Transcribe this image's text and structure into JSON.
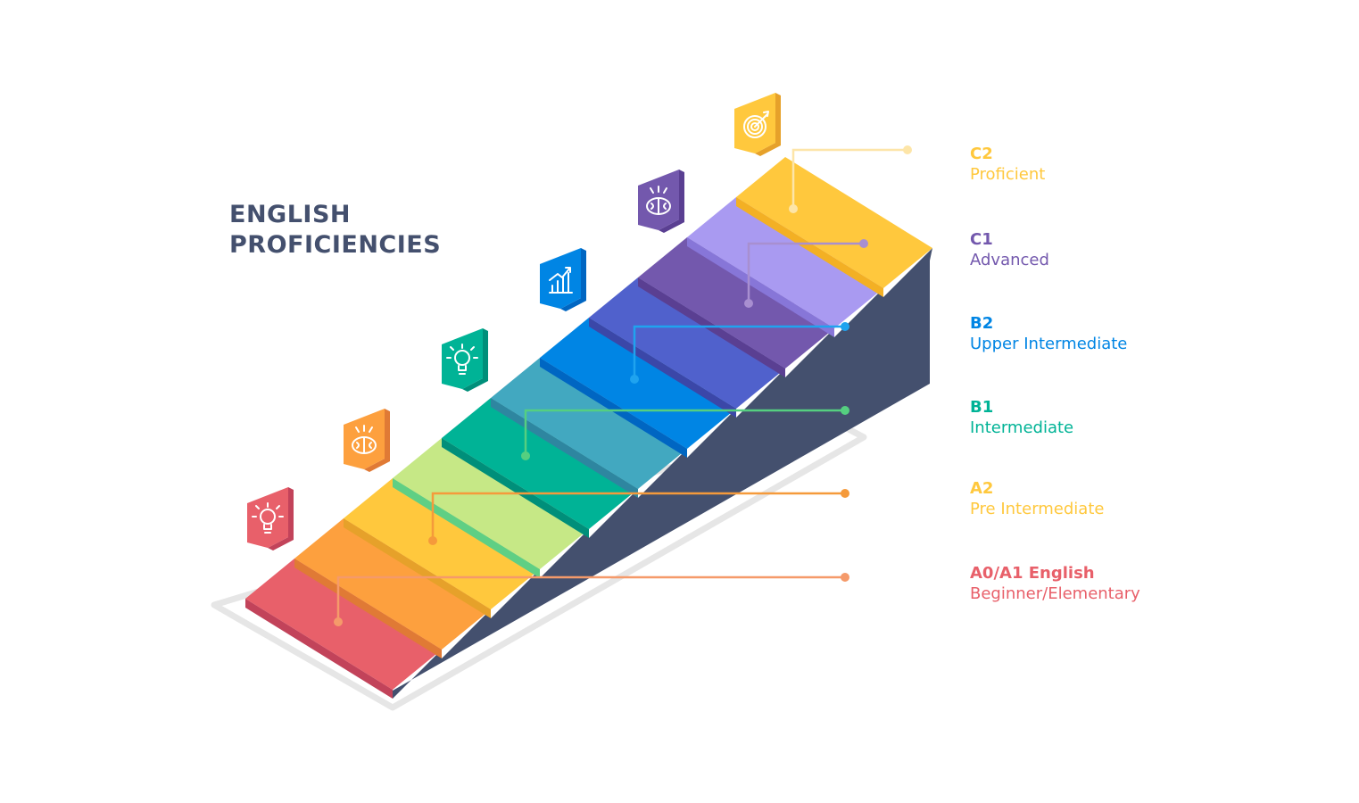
{
  "title": {
    "line1": "ENGLISH",
    "line2": "PROFICIENCIES"
  },
  "colors": {
    "title": "#44506e",
    "staircase_side": "#44506e",
    "floor_outline": "#e6e6e6"
  },
  "steps": [
    {
      "top": "#e8606a",
      "front": "#c2435a"
    },
    {
      "top": "#fda03e",
      "front": "#e07a35"
    },
    {
      "top": "#ffc83d",
      "front": "#e6a12a"
    },
    {
      "top": "#c6e886",
      "front": "#5fcf84"
    },
    {
      "top": "#00b396",
      "front": "#008f7a"
    },
    {
      "top": "#42a8c0",
      "front": "#2e86a0"
    },
    {
      "top": "#0085e4",
      "front": "#0066c2"
    },
    {
      "top": "#5061cc",
      "front": "#3b47a8"
    },
    {
      "top": "#7358ad",
      "front": "#5a3f92"
    },
    {
      "top": "#a99af1",
      "front": "#8776d8"
    },
    {
      "top": "#ffc83d",
      "front": "#f3b024"
    }
  ],
  "markers": [
    {
      "icon": "lightbulb-icon",
      "face": "#e8606a",
      "side": "#c2435a"
    },
    {
      "icon": "brain-icon",
      "face": "#fda03e",
      "side": "#e07a35"
    },
    {
      "icon": "lightbulb-icon",
      "face": "#00b396",
      "side": "#008f7a"
    },
    {
      "icon": "growth-chart-icon",
      "face": "#0085e4",
      "side": "#0066c2"
    },
    {
      "icon": "brain-icon",
      "face": "#7358ad",
      "side": "#5a3f92"
    },
    {
      "icon": "target-icon",
      "face": "#ffc83d",
      "side": "#e6a12a"
    }
  ],
  "levels": [
    {
      "code": "C2",
      "name": "Proficient",
      "color": "#ffc83d",
      "line_color": "#fde5a8"
    },
    {
      "code": "C1",
      "name": "Advanced",
      "color": "#7358ad",
      "line_color": "#a88fd0"
    },
    {
      "code": "B2",
      "name": "Upper Intermediate",
      "color": "#0085e4",
      "line_color": "#1fa3ef"
    },
    {
      "code": "B1",
      "name": "Intermediate",
      "color": "#00b396",
      "line_color": "#55cf80"
    },
    {
      "code": "A2",
      "name": "Pre Intermediate",
      "color": "#ffc83d",
      "line_color": "#f59a3b"
    },
    {
      "code": "A0/A1 English",
      "name": "Beginner/Elementary",
      "color": "#e8606a",
      "line_color": "#f59a6a"
    }
  ]
}
